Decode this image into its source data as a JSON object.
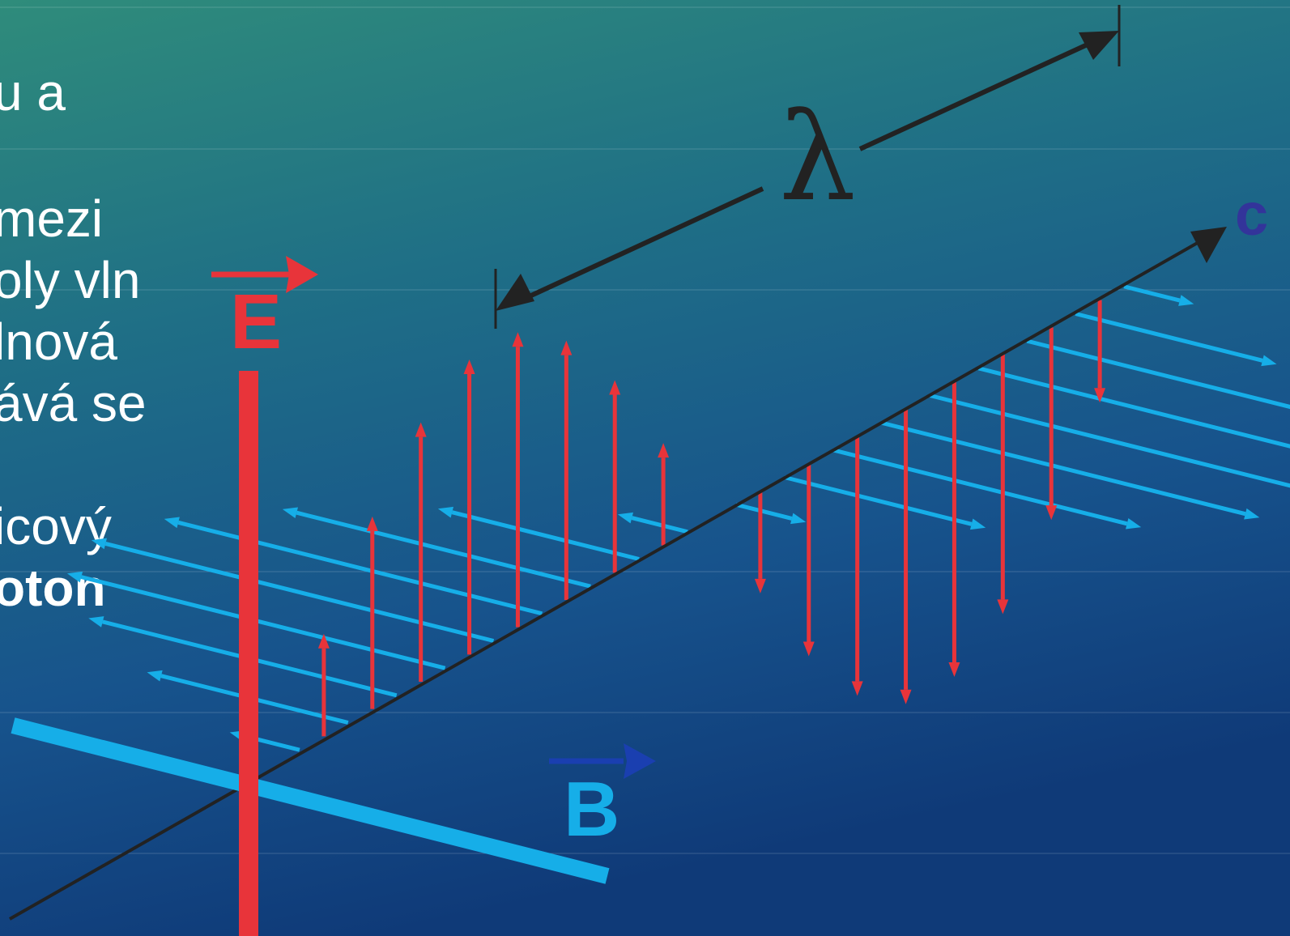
{
  "slide": {
    "lines": [
      "u a",
      "mezi",
      "oly vln",
      "lnová",
      "ává se",
      "icový",
      "oton"
    ]
  },
  "diagram": {
    "labels": {
      "electric": "E",
      "magnetic": "B",
      "speed": "c",
      "wavelength": "λ"
    },
    "colors": {
      "electric": "#e8343a",
      "magnetic": "#16aee8",
      "magnetic_label_arrow": "#1a3fb0",
      "speed_label": "#33349a",
      "axis": "#222222",
      "background_top": "#2d8a7a",
      "background_bottom": "#0f3a78"
    }
  }
}
